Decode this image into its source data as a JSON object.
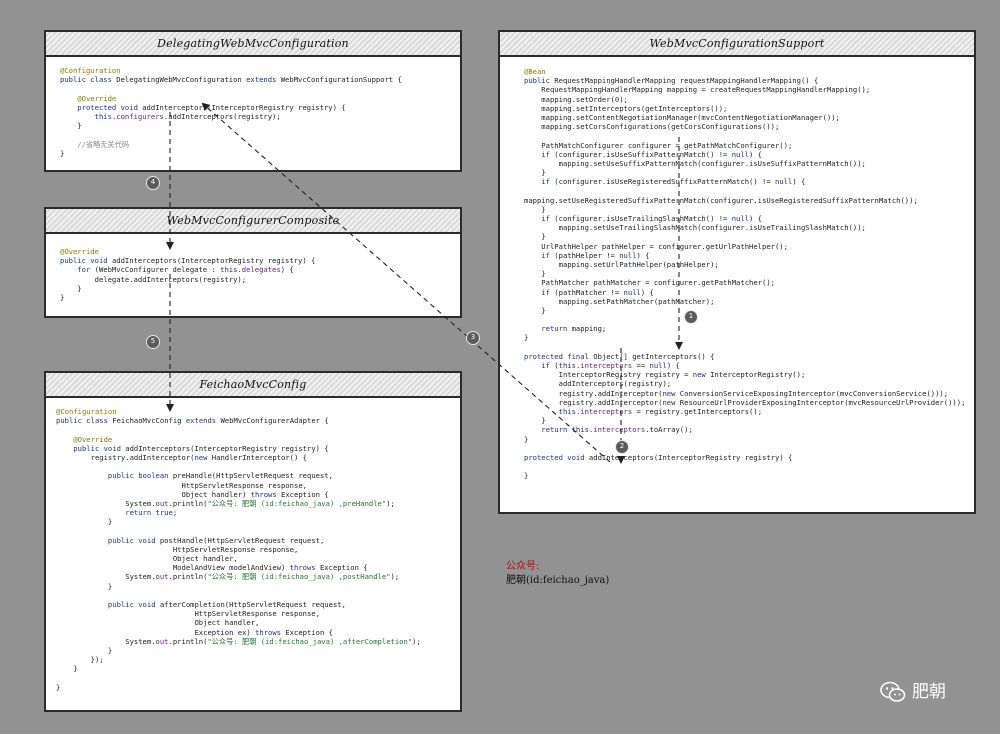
{
  "panels": [
    {
      "id": "delegating",
      "title": "DelegatingWebMvcConfiguration",
      "lines": [
        [
          [
            "@Configuration",
            "ann"
          ]
        ],
        [
          [
            "public class ",
            "kw"
          ],
          [
            "DelegatingWebMvcConfiguration ",
            ""
          ],
          [
            "extends ",
            "kw"
          ],
          [
            "WebMvcConfigurationSupport {",
            ""
          ]
        ],
        [
          [
            "",
            ""
          ]
        ],
        [
          [
            "    @Override",
            "ann"
          ]
        ],
        [
          [
            "    protected void ",
            "kw"
          ],
          [
            "addInterceptors(InterceptorRegistry registry) {",
            ""
          ]
        ],
        [
          [
            "        this",
            "kw"
          ],
          [
            ".",
            ""
          ],
          [
            "configurers",
            "fld"
          ],
          [
            ".addInterceptors(registry);",
            ""
          ]
        ],
        [
          [
            "    }",
            ""
          ]
        ],
        [
          [
            "",
            ""
          ]
        ],
        [
          [
            "    //省略无关代码",
            "com"
          ]
        ],
        [
          [
            "}",
            ""
          ]
        ]
      ]
    },
    {
      "id": "composite",
      "title": "WebMvcConfigurerComposite",
      "lines": [
        [
          [
            "@Override",
            "ann"
          ]
        ],
        [
          [
            "public void ",
            "kw"
          ],
          [
            "addInterceptors(InterceptorRegistry registry) {",
            ""
          ]
        ],
        [
          [
            "    for ",
            "kw"
          ],
          [
            "(WebMvcConfigurer delegate : ",
            ""
          ],
          [
            "this",
            "kw"
          ],
          [
            ".",
            ""
          ],
          [
            "delegates",
            "fld"
          ],
          [
            ") {",
            ""
          ]
        ],
        [
          [
            "        delegate.addInterceptors(registry);",
            ""
          ]
        ],
        [
          [
            "    }",
            ""
          ]
        ],
        [
          [
            "}",
            ""
          ]
        ]
      ]
    },
    {
      "id": "feichao",
      "title": "FeichaoMvcConfig",
      "lines": [
        [
          [
            "@Configuration",
            "ann"
          ]
        ],
        [
          [
            "public class ",
            "kw"
          ],
          [
            "FeichaoMvcConfig ",
            ""
          ],
          [
            "extends ",
            "kw"
          ],
          [
            "WebMvcConfigurerAdapter {",
            ""
          ]
        ],
        [
          [
            "",
            ""
          ]
        ],
        [
          [
            "    @Override",
            "ann"
          ]
        ],
        [
          [
            "    public void ",
            "kw"
          ],
          [
            "addInterceptors(InterceptorRegistry registry) {",
            ""
          ]
        ],
        [
          [
            "        registry.addInterceptor(",
            ""
          ],
          [
            "new ",
            "kw"
          ],
          [
            "HandlerInterceptor() {",
            ""
          ]
        ],
        [
          [
            "",
            ""
          ]
        ],
        [
          [
            "            public boolean ",
            "kw"
          ],
          [
            "preHandle(HttpServletRequest request,",
            ""
          ]
        ],
        [
          [
            "                             HttpServletResponse response,",
            ""
          ]
        ],
        [
          [
            "                             Object handler) ",
            ""
          ],
          [
            "throws ",
            "kw"
          ],
          [
            "Exception {",
            ""
          ]
        ],
        [
          [
            "                System.",
            ""
          ],
          [
            "out",
            "fld"
          ],
          [
            ".println(",
            ""
          ],
          [
            "\"公众号: 肥朝 (id:feichao_java) ,preHandle\"",
            "str"
          ],
          [
            ");",
            ""
          ]
        ],
        [
          [
            "                return true",
            "kw"
          ],
          [
            ";",
            ""
          ]
        ],
        [
          [
            "            }",
            ""
          ]
        ],
        [
          [
            "",
            ""
          ]
        ],
        [
          [
            "            public void ",
            "kw"
          ],
          [
            "postHandle(HttpServletRequest request,",
            ""
          ]
        ],
        [
          [
            "                           HttpServletResponse response,",
            ""
          ]
        ],
        [
          [
            "                           Object handler,",
            ""
          ]
        ],
        [
          [
            "                           ModelAndView modelAndView) ",
            ""
          ],
          [
            "throws ",
            "kw"
          ],
          [
            "Exception {",
            ""
          ]
        ],
        [
          [
            "                System.",
            ""
          ],
          [
            "out",
            "fld"
          ],
          [
            ".println(",
            ""
          ],
          [
            "\"公众号: 肥朝 (id:feichao_java) ,postHandle\"",
            "str"
          ],
          [
            ");",
            ""
          ]
        ],
        [
          [
            "            }",
            ""
          ]
        ],
        [
          [
            "",
            ""
          ]
        ],
        [
          [
            "            public void ",
            "kw"
          ],
          [
            "afterCompletion(HttpServletRequest request,",
            ""
          ]
        ],
        [
          [
            "                                HttpServletResponse response,",
            ""
          ]
        ],
        [
          [
            "                                Object handler,",
            ""
          ]
        ],
        [
          [
            "                                Exception ex) ",
            ""
          ],
          [
            "throws ",
            "kw"
          ],
          [
            "Exception {",
            ""
          ]
        ],
        [
          [
            "                System.",
            ""
          ],
          [
            "out",
            "fld"
          ],
          [
            ".println(",
            ""
          ],
          [
            "\"公众号: 肥朝 (id:feichao_java) ,afterCompletion\"",
            "str"
          ],
          [
            ");",
            ""
          ]
        ],
        [
          [
            "            }",
            ""
          ]
        ],
        [
          [
            "        });",
            ""
          ]
        ],
        [
          [
            "    }",
            ""
          ]
        ],
        [
          [
            "",
            ""
          ]
        ],
        [
          [
            "}",
            ""
          ]
        ]
      ]
    },
    {
      "id": "support",
      "title": "WebMvcConfigurationSupport",
      "lines": [
        [
          [
            "@Bean",
            "ann"
          ]
        ],
        [
          [
            "public ",
            "kw"
          ],
          [
            "RequestMappingHandlerMapping requestMappingHandlerMapping() {",
            ""
          ]
        ],
        [
          [
            "    RequestMappingHandlerMapping mapping = createRequestMappingHandlerMapping();",
            ""
          ]
        ],
        [
          [
            "    mapping.setOrder(",
            ""
          ],
          [
            "0",
            "kw"
          ],
          [
            ");",
            ""
          ]
        ],
        [
          [
            "    mapping.setInterceptors(getInterceptors());",
            ""
          ]
        ],
        [
          [
            "    mapping.setContentNegotiationManager(mvcContentNegotiationManager());",
            ""
          ]
        ],
        [
          [
            "    mapping.setCorsConfigurations(getCorsConfigurations());",
            ""
          ]
        ],
        [
          [
            "",
            ""
          ]
        ],
        [
          [
            "    PathMatchConfigurer configurer = getPathMatchConfigurer();",
            ""
          ]
        ],
        [
          [
            "    if ",
            "kw"
          ],
          [
            "(configurer.isUseSuffixPatternMatch() != ",
            ""
          ],
          [
            "null",
            "kw"
          ],
          [
            ") {",
            ""
          ]
        ],
        [
          [
            "        mapping.setUseSuffixPatternMatch(configurer.isUseSuffixPatternMatch());",
            ""
          ]
        ],
        [
          [
            "    }",
            ""
          ]
        ],
        [
          [
            "    if ",
            "kw"
          ],
          [
            "(configurer.isUseRegisteredSuffixPatternMatch() != ",
            ""
          ],
          [
            "null",
            "kw"
          ],
          [
            ") {",
            ""
          ]
        ],
        [
          [
            "",
            ""
          ]
        ],
        [
          [
            "mapping.setUseRegisteredSuffixPatternMatch(configurer.isUseRegisteredSuffixPatternMatch());",
            ""
          ]
        ],
        [
          [
            "    }",
            ""
          ]
        ],
        [
          [
            "    if ",
            "kw"
          ],
          [
            "(configurer.isUseTrailingSlashMatch() != ",
            ""
          ],
          [
            "null",
            "kw"
          ],
          [
            ") {",
            ""
          ]
        ],
        [
          [
            "        mapping.setUseTrailingSlashMatch(configurer.isUseTrailingSlashMatch());",
            ""
          ]
        ],
        [
          [
            "    }",
            ""
          ]
        ],
        [
          [
            "    UrlPathHelper pathHelper = configurer.getUrlPathHelper();",
            ""
          ]
        ],
        [
          [
            "    if ",
            "kw"
          ],
          [
            "(pathHelper != ",
            ""
          ],
          [
            "null",
            "kw"
          ],
          [
            ") {",
            ""
          ]
        ],
        [
          [
            "        mapping.setUrlPathHelper(pathHelper);",
            ""
          ]
        ],
        [
          [
            "    }",
            ""
          ]
        ],
        [
          [
            "    PathMatcher pathMatcher = configurer.getPathMatcher();",
            ""
          ]
        ],
        [
          [
            "    if ",
            "kw"
          ],
          [
            "(pathMatcher != ",
            ""
          ],
          [
            "null",
            "kw"
          ],
          [
            ") {",
            ""
          ]
        ],
        [
          [
            "        mapping.setPathMatcher(pathMatcher);",
            ""
          ]
        ],
        [
          [
            "    }",
            ""
          ]
        ],
        [
          [
            "",
            ""
          ]
        ],
        [
          [
            "    return ",
            "kw"
          ],
          [
            "mapping;",
            ""
          ]
        ],
        [
          [
            "}",
            ""
          ]
        ],
        [
          [
            "",
            ""
          ]
        ],
        [
          [
            "protected final ",
            "kw"
          ],
          [
            "Object[] getInterceptors() {",
            ""
          ]
        ],
        [
          [
            "    if ",
            "kw"
          ],
          [
            "(",
            ""
          ],
          [
            "this",
            "kw"
          ],
          [
            ".",
            ""
          ],
          [
            "interceptors",
            "fld"
          ],
          [
            " == ",
            ""
          ],
          [
            "null",
            "kw"
          ],
          [
            ") {",
            ""
          ]
        ],
        [
          [
            "        InterceptorRegistry registry = ",
            ""
          ],
          [
            "new ",
            "kw"
          ],
          [
            "InterceptorRegistry();",
            ""
          ]
        ],
        [
          [
            "        addInterceptors(registry);",
            ""
          ]
        ],
        [
          [
            "        registry.addInterceptor(",
            ""
          ],
          [
            "new ",
            "kw"
          ],
          [
            "ConversionServiceExposingInterceptor(mvcConversionService()));",
            ""
          ]
        ],
        [
          [
            "        registry.addInterceptor(",
            ""
          ],
          [
            "new ",
            "kw"
          ],
          [
            "ResourceUrlProviderExposingInterceptor(mvcResourceUrlProvider()));",
            ""
          ]
        ],
        [
          [
            "        this",
            "kw"
          ],
          [
            ".",
            ""
          ],
          [
            "interceptors",
            "fld"
          ],
          [
            " = registry.getInterceptors();",
            ""
          ]
        ],
        [
          [
            "    }",
            ""
          ]
        ],
        [
          [
            "    return this",
            "kw"
          ],
          [
            ".",
            ""
          ],
          [
            "interceptors",
            "fld"
          ],
          [
            ".toArray();",
            ""
          ]
        ],
        [
          [
            "}",
            ""
          ]
        ],
        [
          [
            "",
            ""
          ]
        ],
        [
          [
            "protected void ",
            "kw"
          ],
          [
            "addInterceptors(InterceptorRegistry registry) {",
            ""
          ]
        ],
        [
          [
            "",
            ""
          ]
        ],
        [
          [
            "}",
            ""
          ]
        ]
      ]
    }
  ],
  "steps": [
    "1",
    "2",
    "3",
    "4",
    "5"
  ],
  "note": {
    "label": "公众号:",
    "name": "肥朝(id:feichao_java)"
  },
  "watermark": {
    "text": "肥朝"
  }
}
